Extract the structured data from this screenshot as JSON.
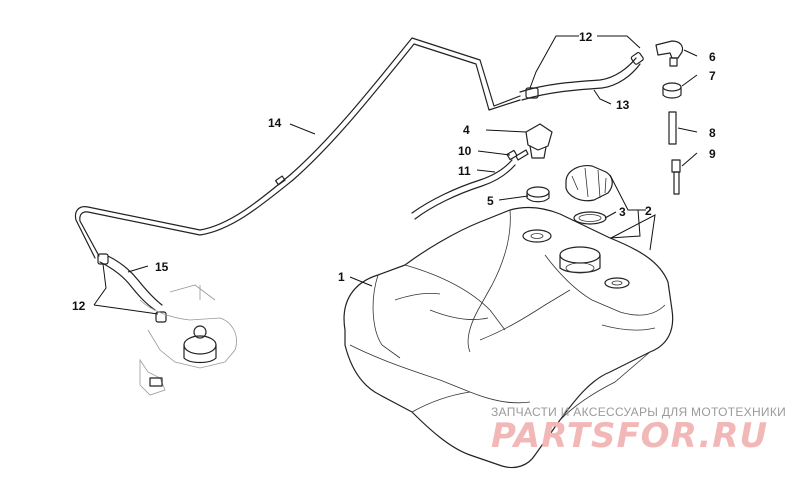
{
  "callouts": [
    "1",
    "2",
    "3",
    "4",
    "5",
    "6",
    "7",
    "8",
    "9",
    "10",
    "11",
    "12",
    "13",
    "14",
    "15",
    "12"
  ],
  "watermark": {
    "line": "ЗАПЧАСТИ И АКСЕССУАРЫ ДЛЯ МОТОТЕХНИКИ",
    "logo": "PARTSFOR.RU"
  }
}
